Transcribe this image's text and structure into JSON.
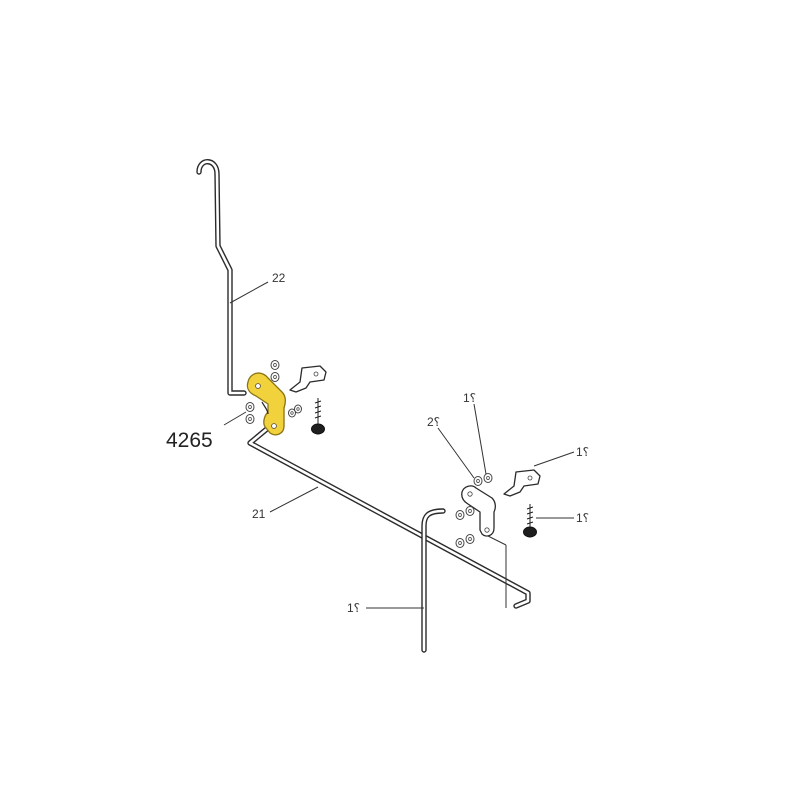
{
  "highlight_color": "#f2d23c",
  "highlight_stroke": "#8a7414",
  "labels": {
    "part_number": "4265",
    "rod_upper": "22",
    "rod_lower": "21",
    "washer_2": "2⸮",
    "washer_1": "1⸮",
    "bracket_1": "1⸮",
    "screw_1": "1⸮",
    "rod_vertical": "1⸮"
  }
}
